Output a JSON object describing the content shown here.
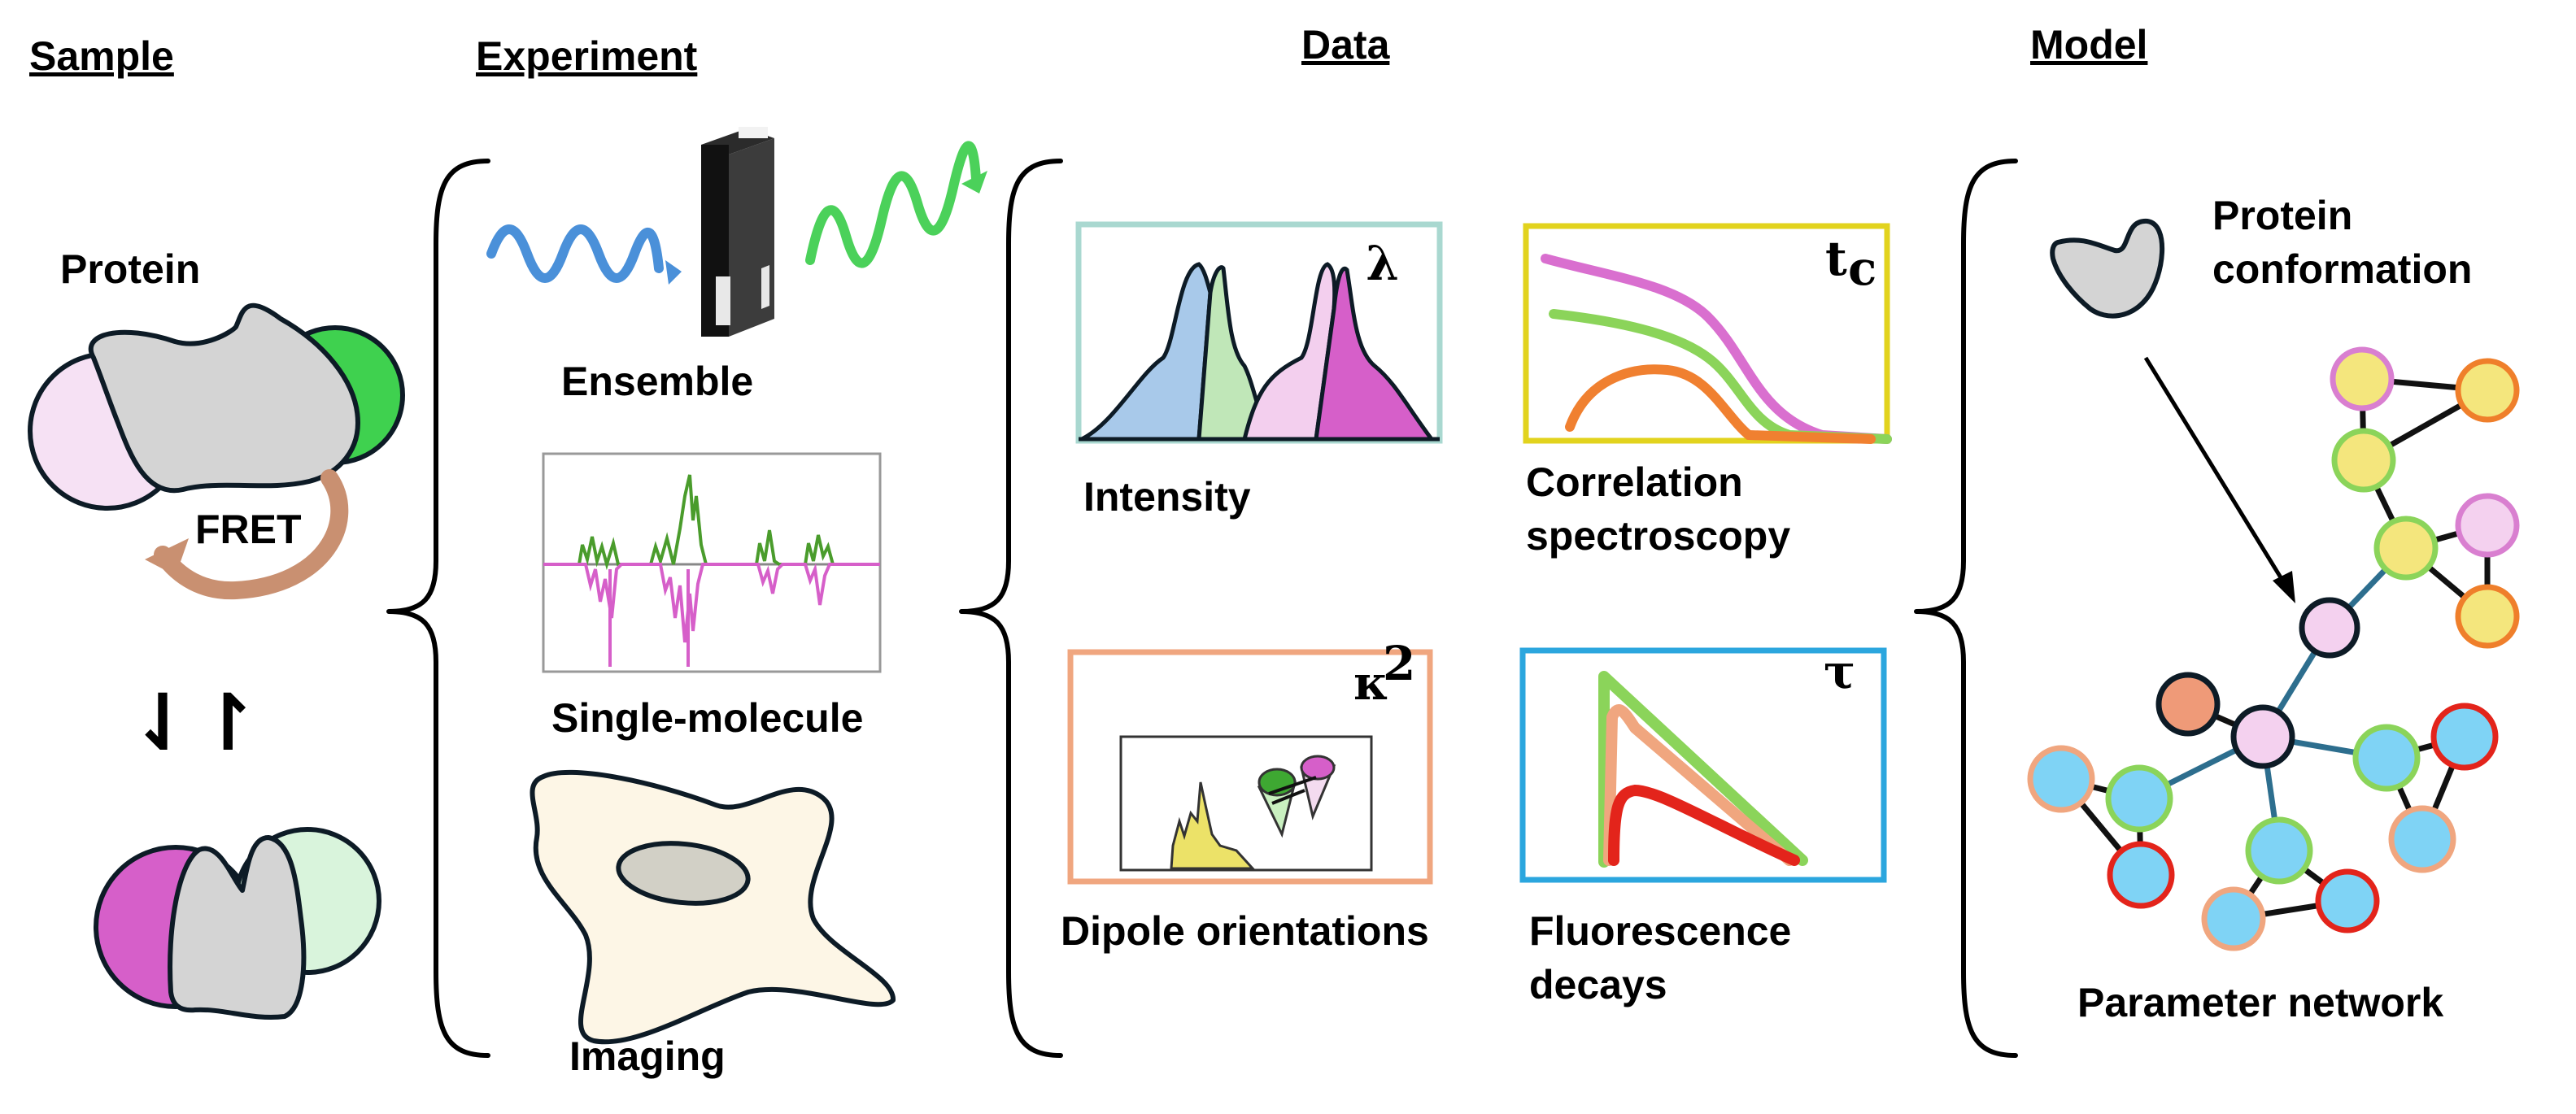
{
  "headers": {
    "sample": "Sample",
    "experiment": "Experiment",
    "data": "Data",
    "model": "Model"
  },
  "sample": {
    "protein_label": "Protein",
    "fret_label": "FRET",
    "equilibrium_symbol": "⇃↾"
  },
  "experiment": {
    "ensemble_label": "Ensemble",
    "single_molecule_label": "Single-molecule",
    "imaging_label": "Imaging"
  },
  "data": {
    "intensity_label": "Intensity",
    "intensity_symbol": "λ",
    "correlation_label_line1": "Correlation",
    "correlation_label_line2": "spectroscopy",
    "correlation_symbol": "t",
    "correlation_symbol_sub": "c",
    "dipole_label": "Dipole orientations",
    "dipole_symbol": "κ",
    "dipole_symbol_sup": "2",
    "fluorescence_label_line1": "Fluorescence",
    "fluorescence_label_line2": "decays",
    "fluorescence_symbol": "τ"
  },
  "model": {
    "conformation_label_line1": "Protein",
    "conformation_label_line2": "conformation",
    "network_label": "Parameter network"
  },
  "colors": {
    "blue_wave": "#4a90d9",
    "green_wave": "#4bd15a",
    "donor_green": "#3fd14f",
    "acceptor_pink": "#f6e1f4",
    "magenta": "#d65fc9",
    "light_green": "#d9f4dc",
    "protein_gray": "#d4d4d4",
    "fret_arrow": "#c99071",
    "intensity_frame": "#a9d8d0",
    "correlation_frame": "#e2d31d",
    "dipole_frame": "#f0a67f",
    "fluorescence_frame": "#2ba6de",
    "node_yellow": "#f4e67d",
    "node_blue": "#7fd3f5",
    "node_pink": "#f4d1ef",
    "node_salmon": "#ef9a78",
    "edge_teal": "#2d6e8e"
  }
}
